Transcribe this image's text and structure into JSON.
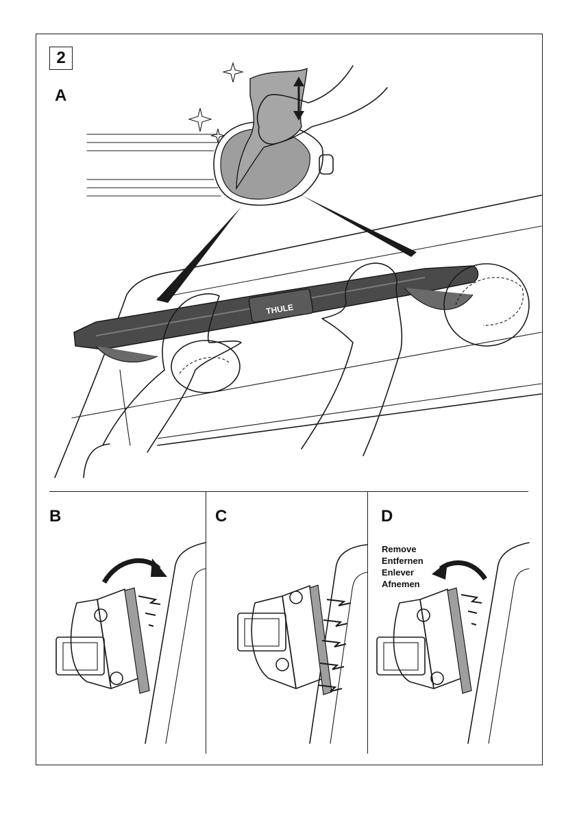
{
  "step": {
    "number": "2"
  },
  "panels": {
    "a": {
      "letter": "A"
    },
    "b": {
      "letter": "B"
    },
    "c": {
      "letter": "C"
    },
    "d": {
      "letter": "D"
    }
  },
  "brand": {
    "logo_text": "THULE"
  },
  "remove_labels": [
    "Remove",
    "Entfernen",
    "Enlever",
    "Afnemen"
  ],
  "colors": {
    "ink": "#1a1a1a",
    "rack_dark": "#4a4a4a",
    "cloth_gray": "#a6a6a6",
    "pad_light": "#d6d6d6"
  }
}
